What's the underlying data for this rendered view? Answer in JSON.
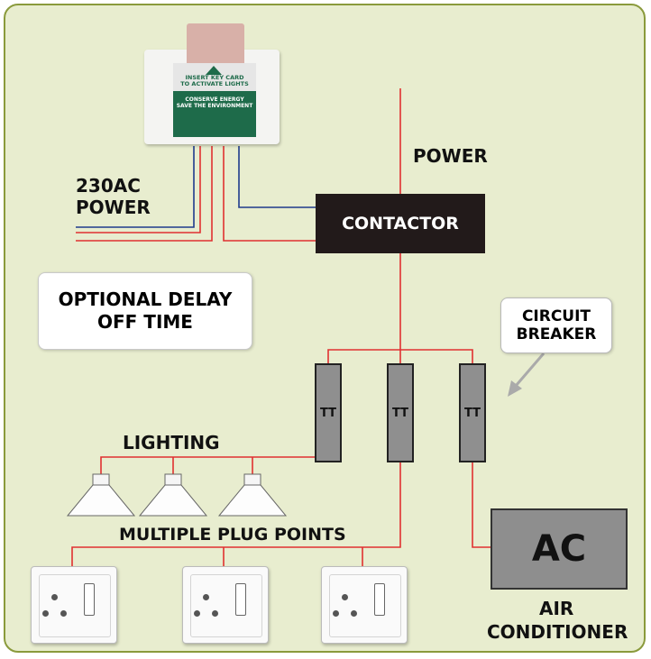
{
  "keycard": {
    "line1": "INSERT KEY CARD",
    "line2": "TO ACTIVATE LIGHTS",
    "line3": "CONSERVE ENERGY",
    "line4": "SAVE THE ENVIRONMENT"
  },
  "labels": {
    "power_top": "POWER",
    "power_in_line1": "230AC",
    "power_in_line2": "POWER",
    "contactor": "CONTACTOR",
    "delay_line1": "OPTIONAL DELAY",
    "delay_line2": "OFF TIME",
    "circuit_line1": "CIRCUIT",
    "circuit_line2": "BREAKER",
    "lighting": "LIGHTING",
    "plug_points": "MULTIPLE PLUG POINTS",
    "ac": "AC",
    "ac_line1": "AIR",
    "ac_line2": "CONDITIONER"
  },
  "breakers": [
    "TT",
    "TT",
    "TT"
  ],
  "colors": {
    "background": "#e8edcf",
    "border": "#8a9a3c",
    "live_wire": "#e03030",
    "neutral_wire": "#1f3b8c",
    "contactor": "#221a1a",
    "card_panel": "#1e6b4a"
  }
}
